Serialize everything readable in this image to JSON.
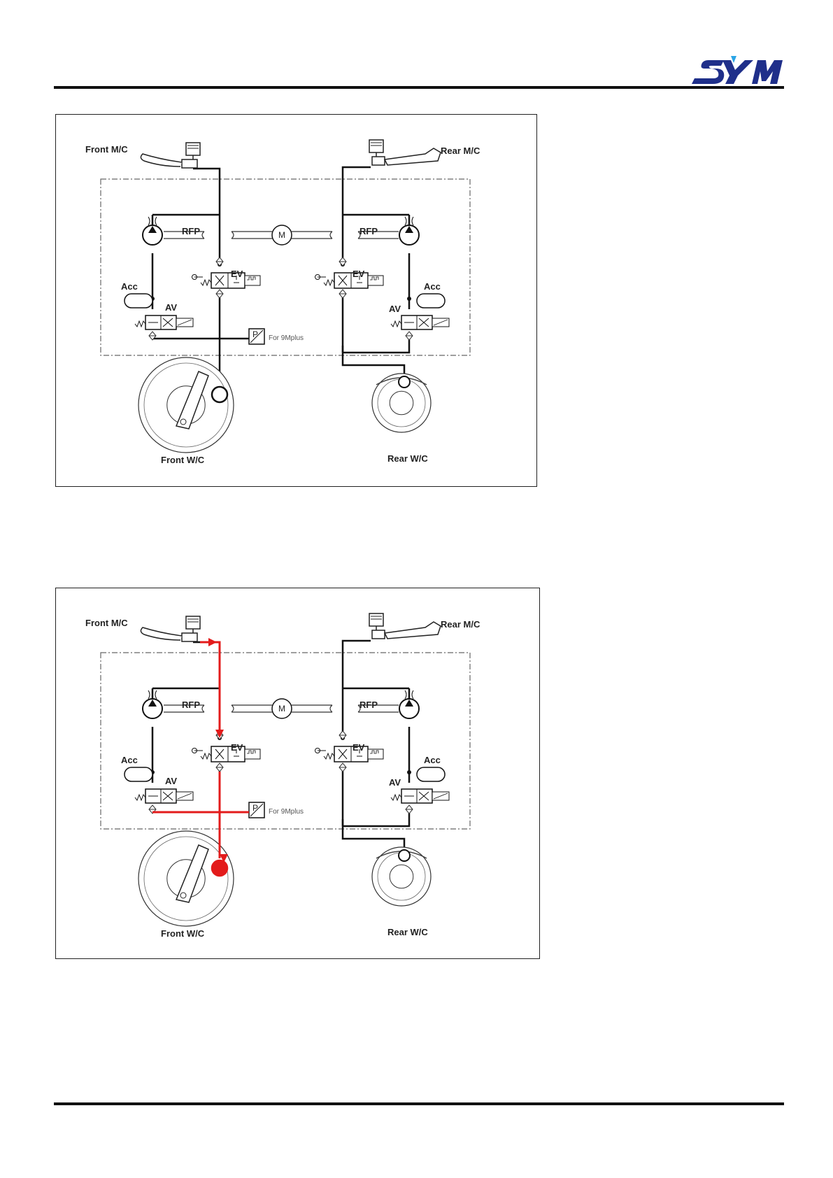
{
  "header": {
    "brand_logo": "SYM",
    "brand_colors": {
      "primary": "#1f2f8a",
      "accent": "#2aa5e6"
    }
  },
  "diagrams": [
    {
      "id": "abs-hydraulic-idle",
      "labels": {
        "front_mc": "Front M/C",
        "rear_mc": "Rear M/C",
        "front_wc": "Front W/C",
        "rear_wc": "Rear W/C",
        "rfp_left": "RFP",
        "rfp_right": "RFP",
        "motor": "M",
        "ev_left": "EV",
        "ev_right": "EV",
        "acc_left": "Acc",
        "acc_right": "Acc",
        "av_left": "AV",
        "av_right": "AV",
        "sensor_note": "For 9Mplus",
        "sensor_symbol": "P"
      },
      "flow_highlight": false
    },
    {
      "id": "abs-hydraulic-front-brake-flow",
      "labels": {
        "front_mc": "Front M/C",
        "rear_mc": "Rear M/C",
        "front_wc": "Front W/C",
        "rear_wc": "Rear W/C",
        "rfp_left": "RFP",
        "rfp_right": "RFP",
        "motor": "M",
        "ev_left": "EV",
        "ev_right": "EV",
        "acc_left": "Acc",
        "acc_right": "Acc",
        "av_left": "AV",
        "av_right": "AV",
        "sensor_note": "For 9Mplus",
        "sensor_symbol": "P"
      },
      "flow_highlight": true,
      "flow_color": "#e31b1b"
    }
  ]
}
